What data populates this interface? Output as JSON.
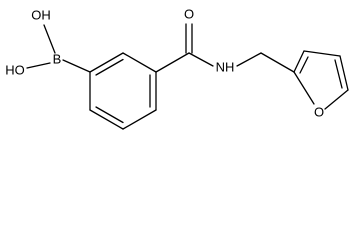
{
  "molecule": {
    "atoms": {
      "oh_top": "OH",
      "oh_left": "HO",
      "boron": "B",
      "carbonyl_o": "O",
      "amide_nh": "NH",
      "furan_o": "O"
    },
    "colors": {
      "bond": "#000000",
      "label": "#000000",
      "background": "#ffffff"
    }
  }
}
